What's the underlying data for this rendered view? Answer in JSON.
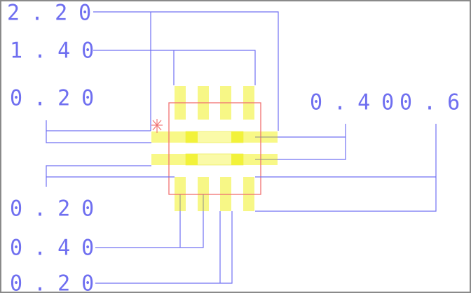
{
  "colors": {
    "dimension_line": "#7070f2",
    "pad_fill": "#f7f77a",
    "pad_dark": "#f2f23a",
    "pad_light": "#fafaa8",
    "outline": "#f07070",
    "pin_line": "#8c8c8c",
    "border": "#8a8a8a"
  },
  "labels": {
    "top_220": "2.20",
    "top_140": "1.40",
    "left_020_upper": "0.20",
    "right_040": "0.40",
    "right_060": "0.60",
    "left_020_lower": "0.20",
    "bottom_040": "0.40",
    "bottom_020": "0.20"
  },
  "icons": {
    "origin_marker": "red-asterisk"
  }
}
